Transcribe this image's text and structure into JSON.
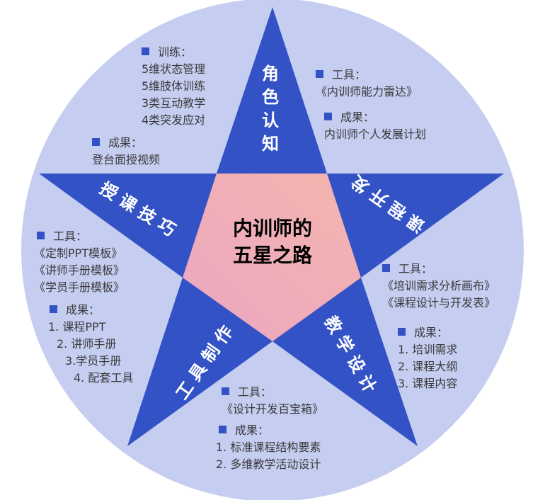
{
  "title_line1": "内训师的",
  "title_line2": "五星之路",
  "colors": {
    "circle": "#c5cdf0",
    "star": "#3352c5",
    "center_from": "#f4b6ae",
    "center_to": "#eba6c2",
    "bullet": "#3352c5"
  },
  "points": {
    "top": {
      "label": "角色认知"
    },
    "right": {
      "label": "课程开发"
    },
    "bottom_right": {
      "label": "教学设计"
    },
    "bottom_left": {
      "label": "工具制作"
    },
    "left": {
      "label": "授课技巧"
    }
  },
  "blocks": {
    "top_left": {
      "train_head": "训练：",
      "train": [
        "5维状态管理",
        "5维肢体训练",
        "3类互动教学",
        "4类突发应对"
      ],
      "result_head": "成果：",
      "result": [
        "登台面授视频"
      ]
    },
    "top_right": {
      "tool_head": "工具：",
      "tool": [
        "《内训师能力雷达》"
      ],
      "result_head": "成果：",
      "result": [
        "内训师个人发展计划"
      ]
    },
    "right": {
      "tool_head": "工具：",
      "tool": [
        "《培训需求分析画布》",
        "《课程设计与开发表》"
      ],
      "result_head": "成果：",
      "result": [
        "1. 培训需求",
        "2. 课程大纲",
        "3. 课程内容"
      ]
    },
    "bottom": {
      "tool_head": "工具：",
      "tool": [
        "《设计开发百宝箱》"
      ],
      "result_head": "成果：",
      "result": [
        "1. 标准课程结构要素",
        "2. 多维教学活动设计"
      ]
    },
    "left": {
      "tool_head": "工具：",
      "tool": [
        "《定制PPT模板》",
        "《讲师手册模板》",
        "《学员手册模板》"
      ],
      "result_head": "成果：",
      "result": [
        "1. 课程PPT",
        "2. 讲师手册",
        "3.学员手册",
        "4. 配套工具"
      ]
    }
  }
}
